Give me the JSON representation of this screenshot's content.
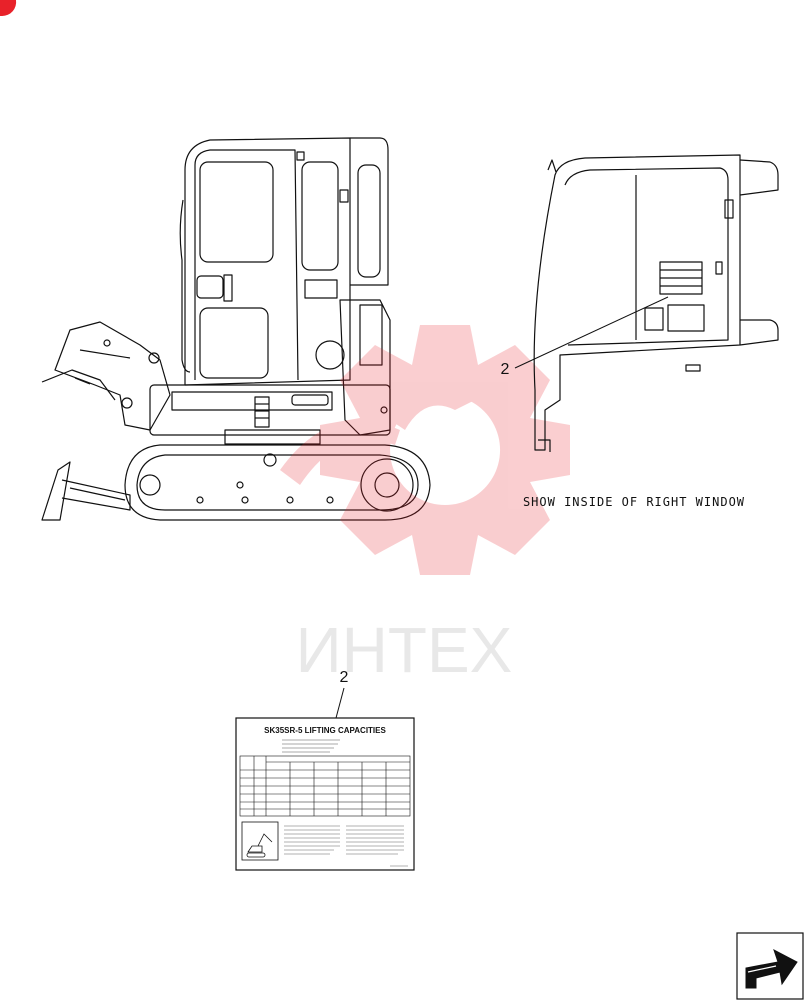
{
  "callouts": {
    "cab_callout": "2",
    "decal_callout": "2"
  },
  "cab_caption": "SHOW INSIDE OF RIGHT WINDOW",
  "decal": {
    "title": "SK35SR-5 LIFTING CAPACITIES"
  },
  "watermark": {
    "text": "ИНТЕХ",
    "color": "#e8222a"
  },
  "icons": {
    "corner_badge": "red-corner-badge-icon",
    "next_page": "next-page-arrow-icon"
  }
}
